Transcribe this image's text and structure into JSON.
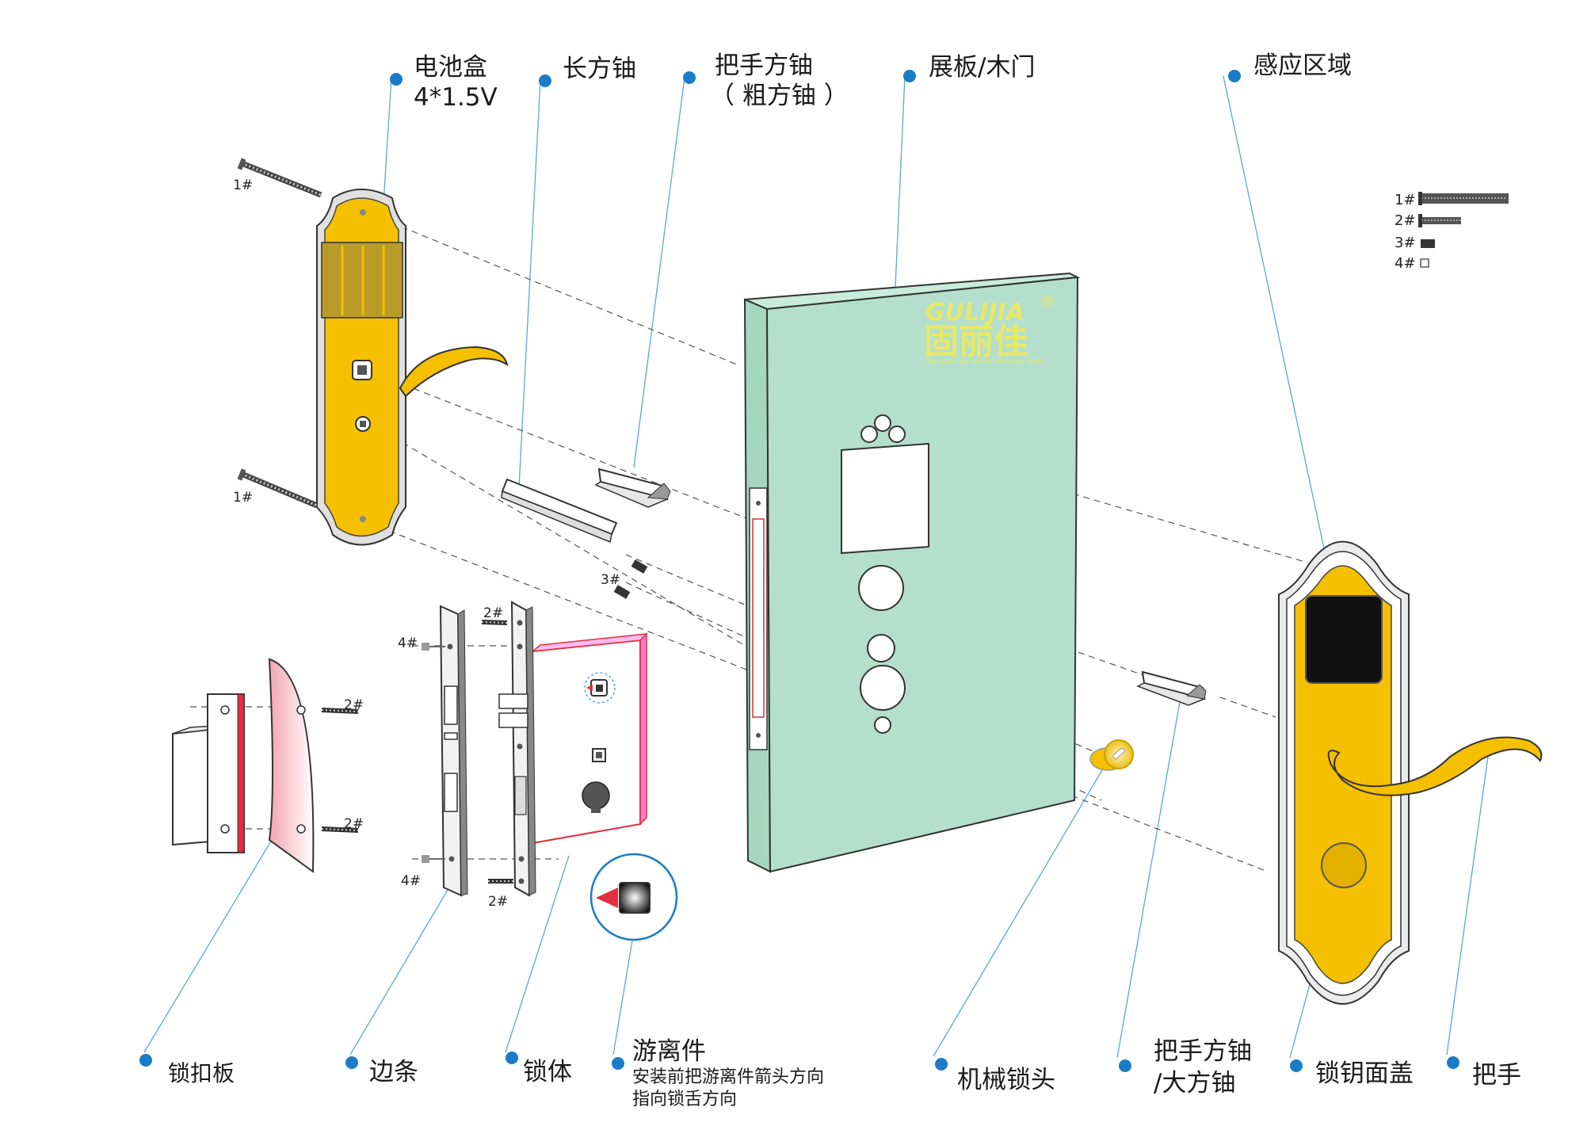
{
  "callouts": {
    "battery_box": "电池盒",
    "battery_spec": "4*1.5V",
    "long_spindle": "长方铀",
    "handle_spindle_line1": "把手方铀",
    "handle_spindle_line2": "（ 粗方铀 ）",
    "door_panel": "展板/木门",
    "sensing_area": "感应区域",
    "strike_plate": "锁扣板",
    "faceplate_strip": "边条",
    "lock_body": "锁体",
    "clutch_part": "游离件",
    "clutch_note_line1": "安装前把游离件箭头方向",
    "clutch_note_line2": "指向锁舌方向",
    "mechanical_cylinder": "机械锁头",
    "big_spindle_line1": "把手方铀",
    "big_spindle_line2": "/大方铀",
    "key_cover": "锁钥面盖",
    "handle": "把手"
  },
  "brand": {
    "latin": "GULIJIA",
    "registered": "®",
    "chinese": "固丽佳",
    "tagline": "GuangZhou guli electric technology co.,ltd"
  },
  "screw_legend": [
    "1#",
    "2#",
    "3#",
    "4#"
  ],
  "screw_tags": {
    "s1": "1#",
    "s2": "2#",
    "s3": "3#",
    "s4": "4#"
  },
  "colors": {
    "lock_yellow": "#f5c000",
    "door_green": "#b4dfcc",
    "strike_red": "#e03040",
    "callout_blue": "#1a7cc6"
  }
}
